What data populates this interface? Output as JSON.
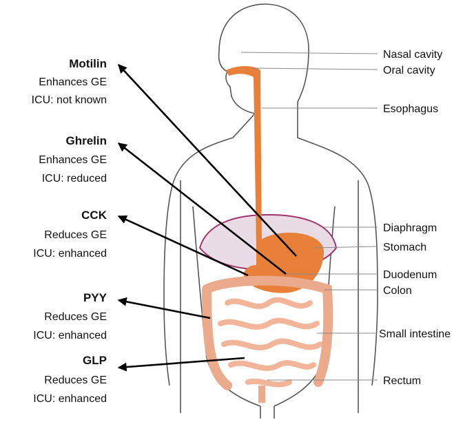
{
  "hormones": [
    {
      "name": "Motilin",
      "effect": "Enhances GE",
      "icu": "ICU: not known"
    },
    {
      "name": "Ghrelin",
      "effect": "Enhances GE",
      "icu": "ICU: reduced"
    },
    {
      "name": "CCK",
      "effect": "Reduces GE",
      "icu": "ICU: enhanced"
    },
    {
      "name": "PYY",
      "effect": "Reduces GE",
      "icu": "ICU: enhanced"
    },
    {
      "name": "GLP",
      "effect": "Reduces GE",
      "icu": "ICU: enhanced"
    }
  ],
  "organs": [
    {
      "label": "Nasal cavity"
    },
    {
      "label": "Oral cavity"
    },
    {
      "label": "Esophagus"
    },
    {
      "label": "Diaphragm"
    },
    {
      "label": "Stomach"
    },
    {
      "label": "Duodenum"
    },
    {
      "label": "Colon"
    },
    {
      "label": "Small intestine"
    },
    {
      "label": "Rectum"
    }
  ],
  "colors": {
    "tract": "#e8803a",
    "intestine": "#f2b59a",
    "diaphragm": "#a0336a",
    "outline": "#555555",
    "arrow": "#000000"
  }
}
